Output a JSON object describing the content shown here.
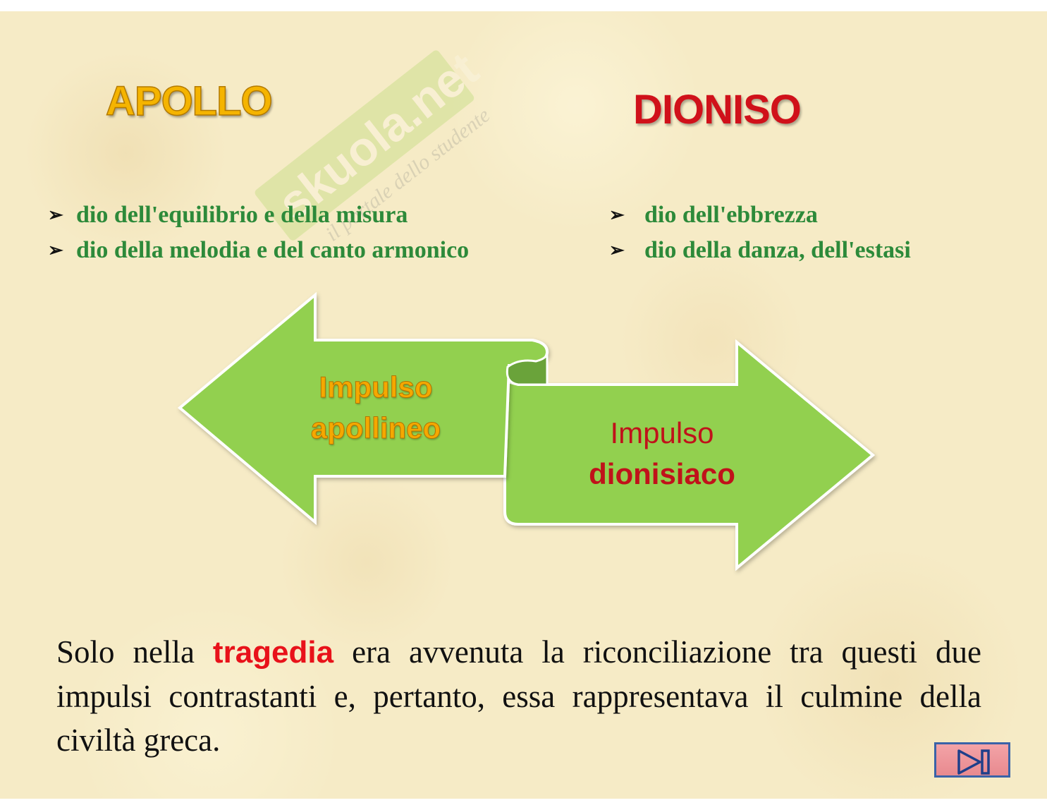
{
  "watermark": {
    "brand": "skuola.net",
    "tagline": "il portale dello studente"
  },
  "titles": {
    "apollo": "APOLLO",
    "dioniso": "DIONISO"
  },
  "apollo_list": [
    "dio dell'equilibrio e della misura",
    "dio della melodia e del canto armonico"
  ],
  "dioniso_list": [
    "dio dell'ebbrezza",
    "dio della danza, dell'estasi"
  ],
  "bullet_glyph": "➢",
  "diagram": {
    "apollo_line1": "Impulso",
    "apollo_line2": "apollineo",
    "dioniso_line1": "Impulso",
    "dioniso_line2": "dionisiaco",
    "arrow_color": "#92d050",
    "arrow_dark_color": "#6aa33a"
  },
  "paragraph": {
    "before": "Solo nella ",
    "highlight": "tragedia",
    "after": " era avvenuta la riconciliazione tra questi due impulsi contrastanti e, pertanto, essa rappresentava il culmine della civiltà greca."
  },
  "controls": {
    "next_icon": "skip-to-end-icon"
  }
}
